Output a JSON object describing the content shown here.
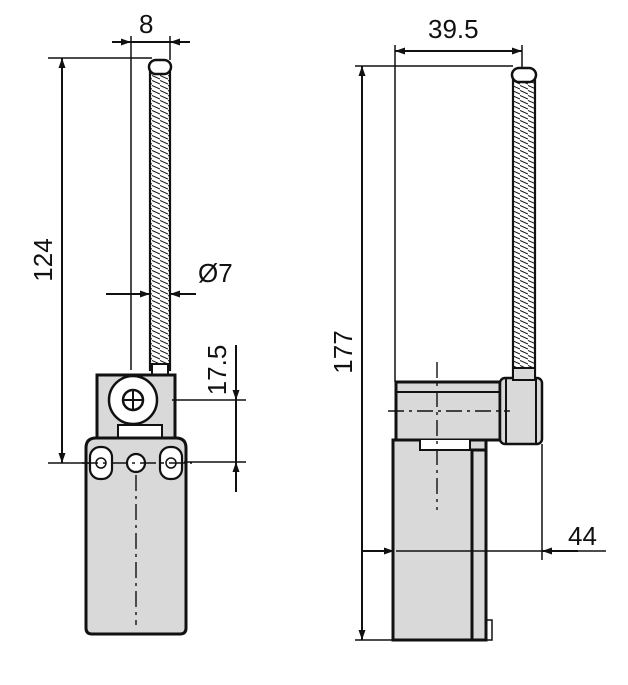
{
  "dimensions": {
    "rod_offset": "8",
    "rod_length": "124",
    "rod_diameter": "Ø7",
    "pivot_height": "17.5",
    "side_width": "39.5",
    "total_height": "177",
    "body_offset": "44"
  }
}
